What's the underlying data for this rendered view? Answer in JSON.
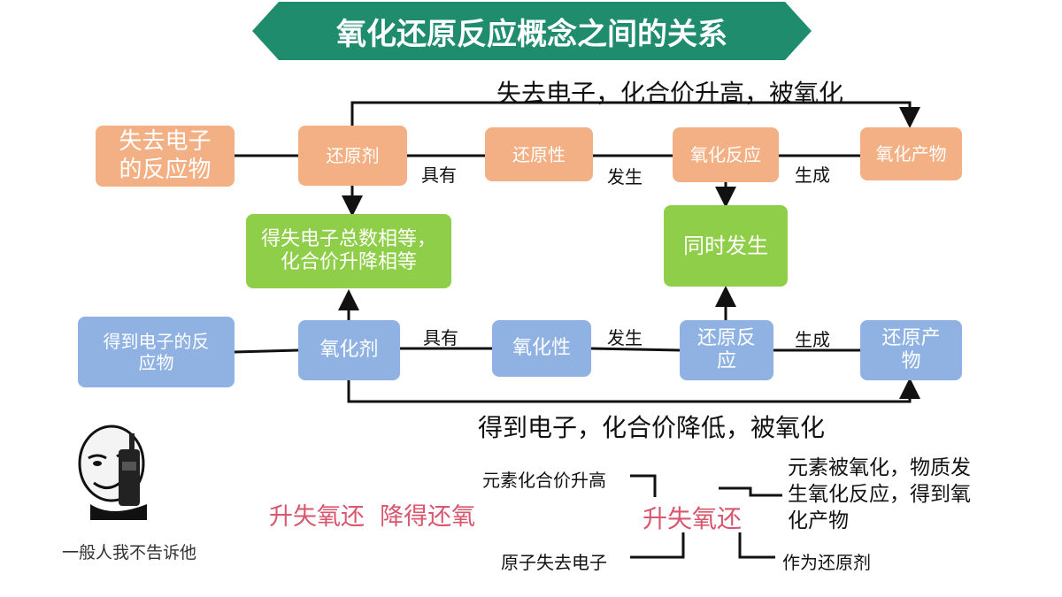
{
  "title": "氧化还原反应概念之间的关系",
  "colors": {
    "banner": "#1f8c6e",
    "orange": "#f3b085",
    "blue": "#8fb2e3",
    "green": "#8fce48",
    "accent": "#d9566e"
  },
  "top_row": {
    "reactant": [
      "失去电子",
      "的反应物"
    ],
    "agent": "还原剂",
    "property": "还原性",
    "reaction": "氧化反应",
    "product": "氧化产物",
    "edge_have": "具有",
    "edge_occur": "发生",
    "edge_form": "生成",
    "arc_label": "失去电子，化合价升高，被氧化"
  },
  "middle": {
    "equal": [
      "得失电子总数相等，",
      "化合价升降相等"
    ],
    "simultaneous": "同时发生"
  },
  "bottom_row": {
    "reactant": [
      "得到电子的反",
      "应物"
    ],
    "agent": "氧化剂",
    "property": "氧化性",
    "reaction": [
      "还原反",
      "应"
    ],
    "product": [
      "还原产",
      "物"
    ],
    "edge_have": "具有",
    "edge_occur": "发生",
    "edge_form": "生成",
    "arc_label": "得到电子，化合价降低，被氧化"
  },
  "mnemonic": {
    "slogan": "升失氧还  降得还氧",
    "center": "升失氧还",
    "left_top": "元素化合价升高",
    "left_bottom": "原子失去电子",
    "right_top": [
      "元素被氧化，物质发",
      "生氧化反应，得到氧",
      "化产物"
    ],
    "right_bottom": "作为还原剂"
  },
  "meme": {
    "caption": "一般人我不告诉他",
    "icon": "phone-meme-face-icon"
  }
}
